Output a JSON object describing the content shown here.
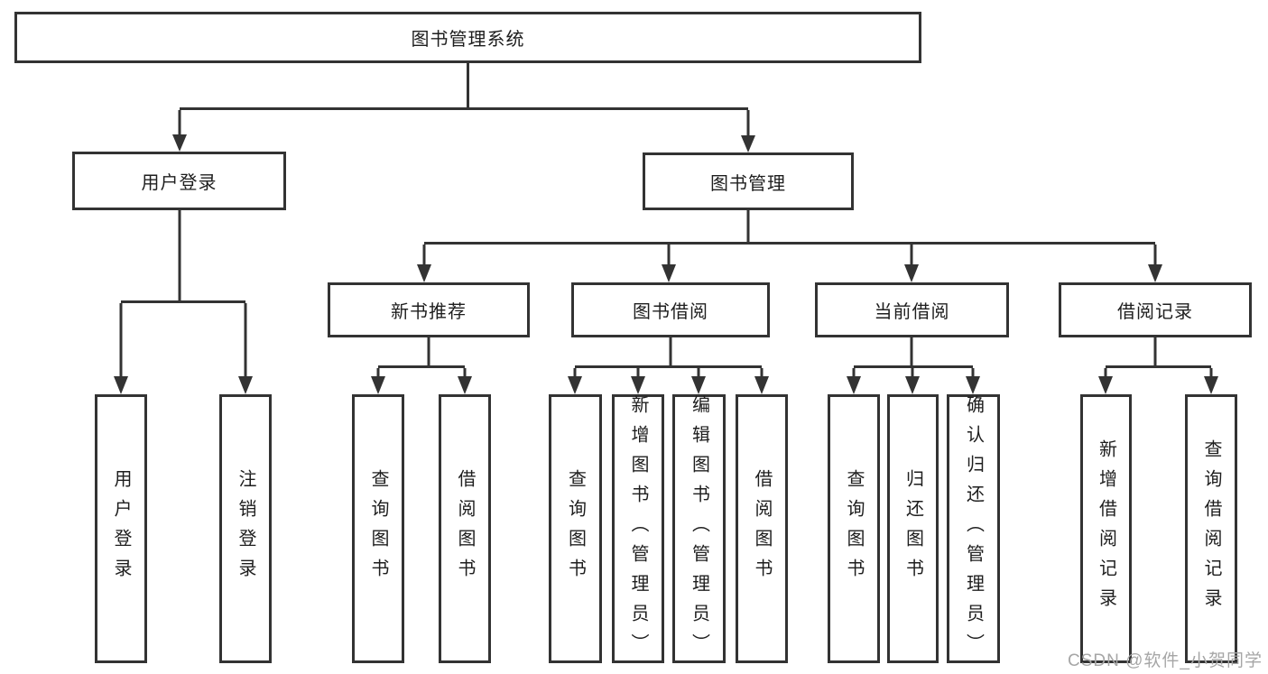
{
  "title": "图书管理系统",
  "branches": {
    "login": {
      "label": "用户登录",
      "children": [
        "用户登录",
        "注销登录"
      ]
    },
    "mgmt": {
      "label": "图书管理",
      "groups": [
        {
          "label": "新书推荐",
          "children": [
            "查询图书",
            "借阅图书"
          ]
        },
        {
          "label": "图书借阅",
          "children": [
            "查询图书",
            "新增图书（管理员）",
            "编辑图书（管理员）",
            "借阅图书"
          ]
        },
        {
          "label": "当前借阅",
          "children": [
            "查询图书",
            "归还图书",
            "确认归还（管理员）"
          ]
        },
        {
          "label": "借阅记录",
          "children": [
            "新增借阅记录",
            "查询借阅记录"
          ]
        }
      ]
    }
  },
  "watermark": "CSDN @软件_小贺同学",
  "colors": {
    "line": "#333333",
    "text": "#1e1e1e",
    "watermark": "#a6a6a6",
    "background": "#ffffff"
  }
}
